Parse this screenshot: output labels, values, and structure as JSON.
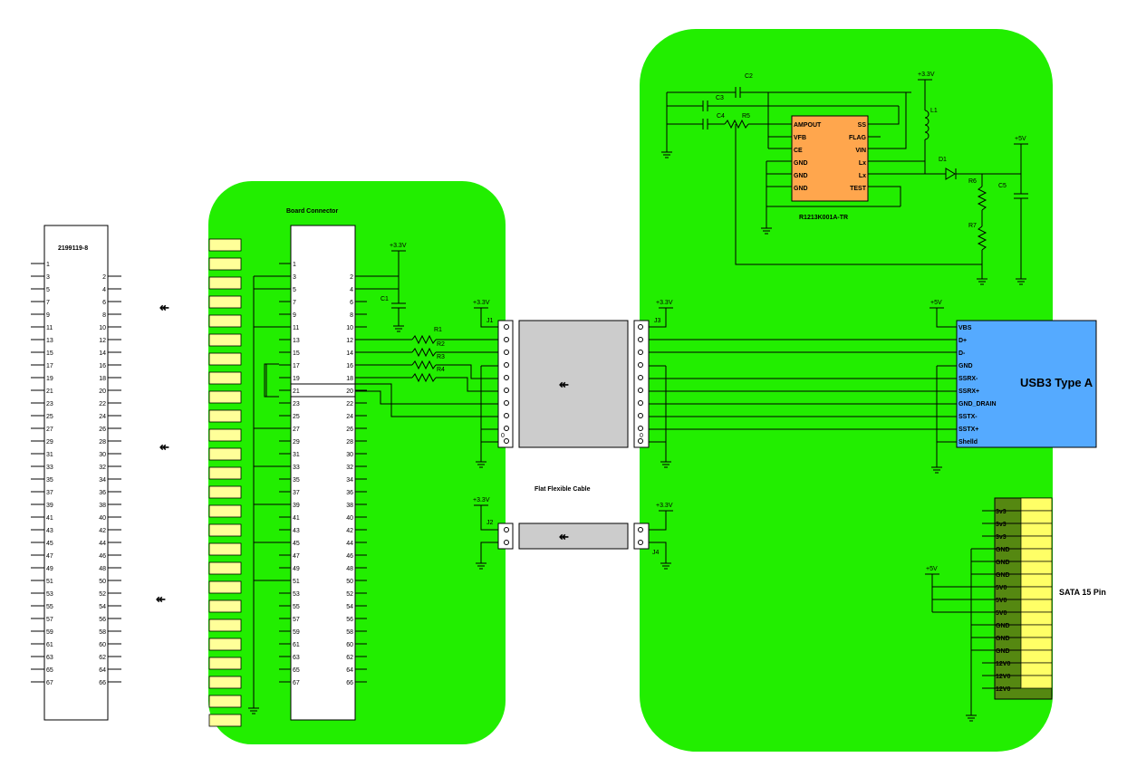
{
  "connector_left": {
    "part": "2199119-8",
    "odd_pins": [
      "1",
      "3",
      "5",
      "7",
      "9",
      "11",
      "13",
      "15",
      "17",
      "19",
      "21",
      "23",
      "25",
      "27",
      "29",
      "31",
      "33",
      "35",
      "37",
      "39",
      "41",
      "43",
      "45",
      "47",
      "49",
      "51",
      "53",
      "55",
      "57",
      "59",
      "61",
      "63",
      "65",
      "67"
    ],
    "even_pins": [
      "2",
      "4",
      "6",
      "8",
      "10",
      "12",
      "14",
      "16",
      "18",
      "20",
      "22",
      "24",
      "26",
      "28",
      "30",
      "32",
      "34",
      "36",
      "38",
      "40",
      "42",
      "44",
      "46",
      "48",
      "50",
      "52",
      "54",
      "56",
      "58",
      "60",
      "62",
      "64",
      "66"
    ]
  },
  "arrow_glyph": "↞",
  "board": {
    "title": "Board Connector"
  },
  "power": {
    "v33": "+3.3V",
    "v5": "+5V"
  },
  "caps": {
    "c1": "C1",
    "c2": "C2",
    "c3": "C3",
    "c4": "C4",
    "c5": "C5"
  },
  "resistors": {
    "r1": "R1",
    "r2": "R2",
    "r3": "R3",
    "r4": "R4",
    "r5": "R5",
    "r6": "R6",
    "r7": "R7"
  },
  "inductor": "L1",
  "diode": "D1",
  "ic": {
    "name": "R1213K001A-TR",
    "left_pins": [
      "AMPOUT",
      "VFB",
      "CE",
      "GND",
      "GND",
      "GND"
    ],
    "right_pins": [
      "SS",
      "FLAG",
      "VIN",
      "Lx",
      "Lx",
      "TEST"
    ]
  },
  "jacks": {
    "j1": "J1",
    "j2": "J2",
    "j3": "J3",
    "j4": "J4"
  },
  "ffc_label": "Flat Flexible Cable",
  "ffc_zero": "0",
  "usb": {
    "title": "USB3 Type A",
    "pins": [
      "VBS",
      "D+",
      "D-",
      "GND",
      "SSRX-",
      "SSRX+",
      "GND_DRAIN",
      "SSTX-",
      "SSTX+",
      "Shelld"
    ]
  },
  "sata": {
    "title": "SATA 15 Pin",
    "pins": [
      "3v3",
      "3v3",
      "3v3",
      "GND",
      "GND",
      "GND",
      "5V0",
      "5V0",
      "5V0",
      "GND",
      "GND",
      "GND",
      "12V0",
      "12V0",
      "12V0"
    ]
  },
  "colors": {
    "board_green": "#22ee00",
    "ic_orange": "#ffa64d",
    "usb_blue": "#55aaff",
    "sata_dark": "#558811",
    "sata_yellow": "#ffff66",
    "cable_gray": "#cccccc",
    "pad_yellow": "#ffff99"
  }
}
